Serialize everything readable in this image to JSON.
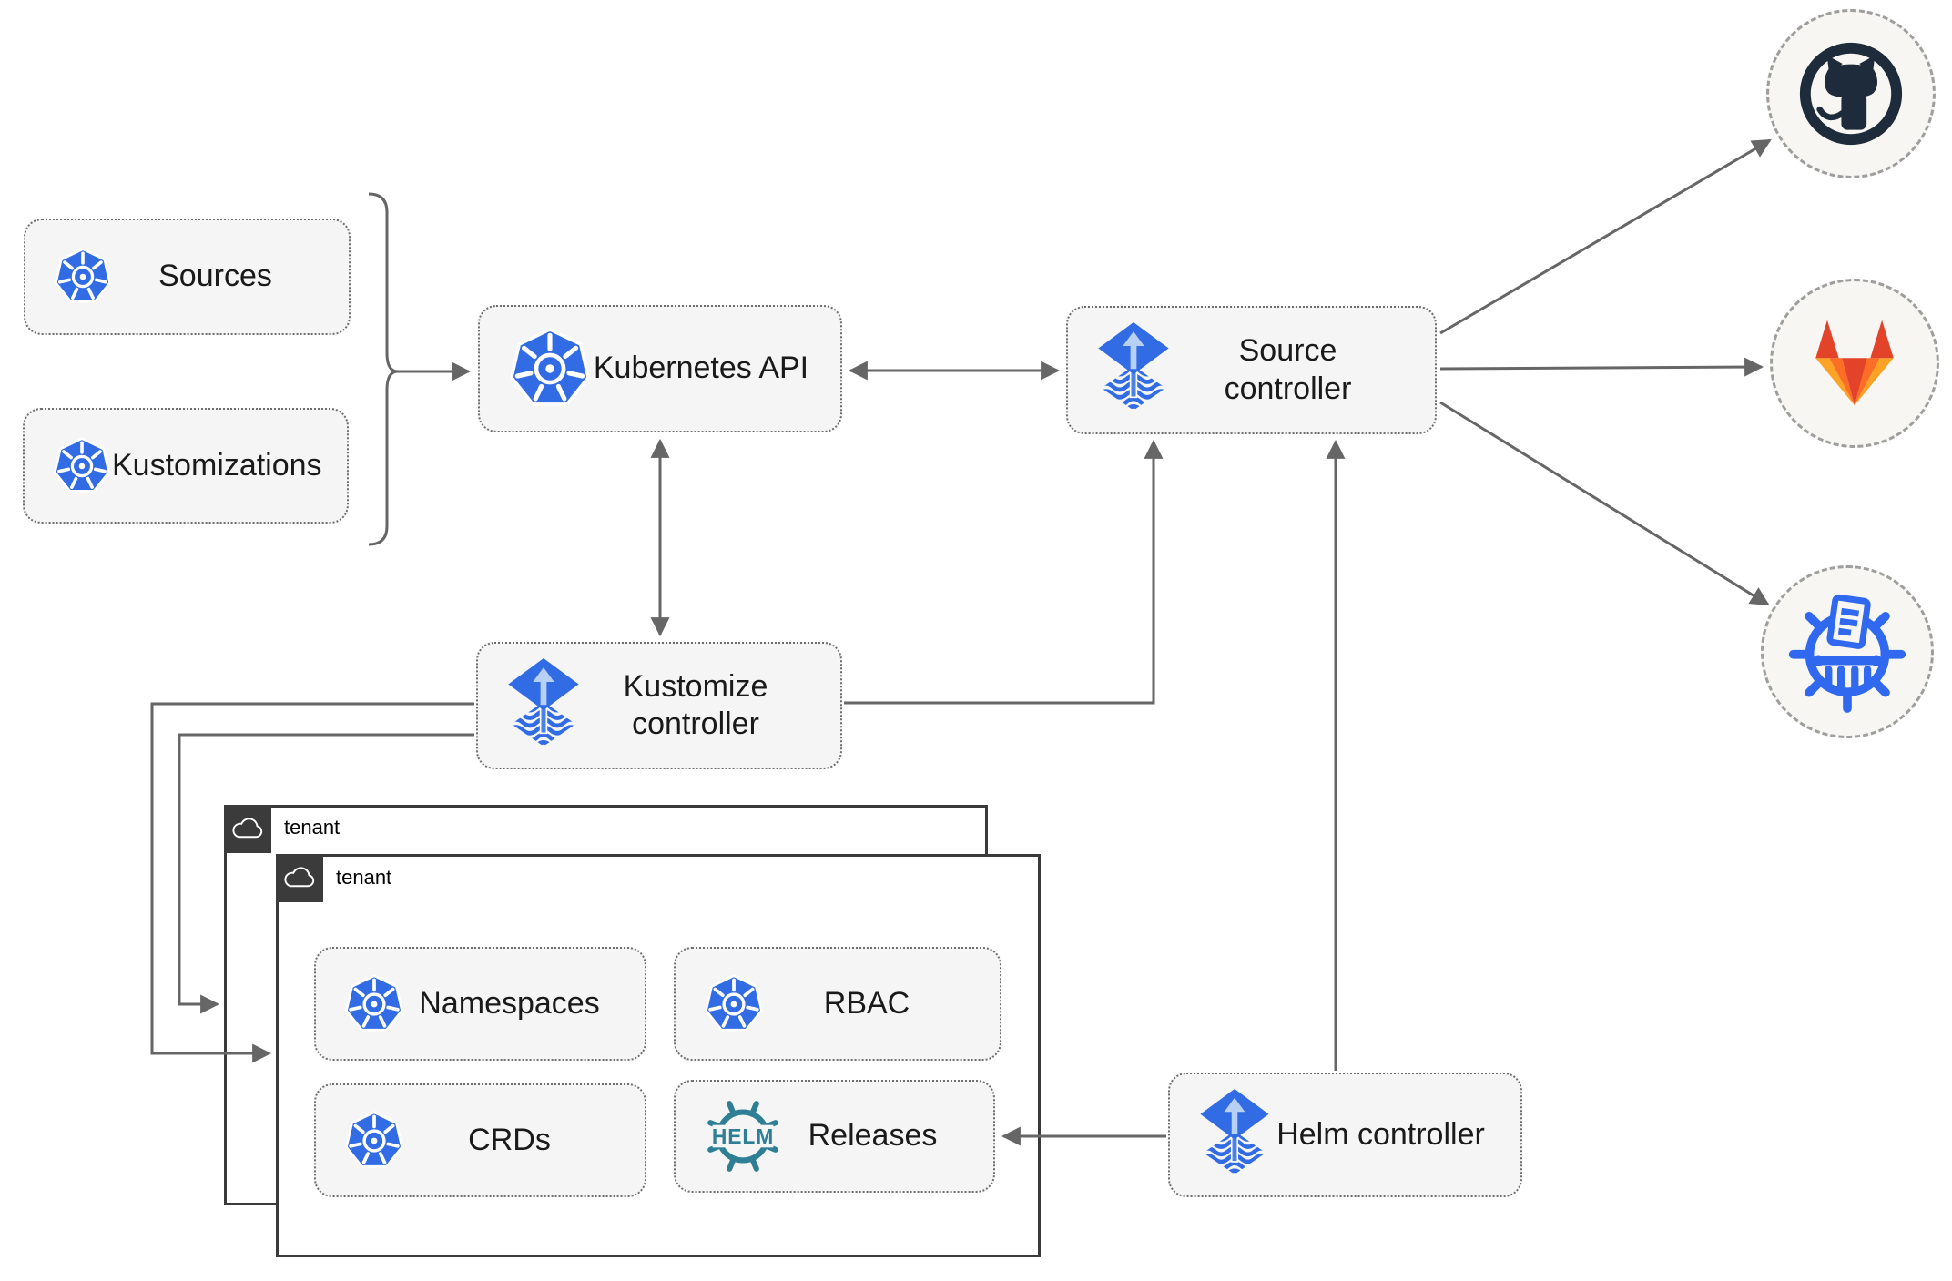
{
  "nodes": {
    "sources": {
      "label": "Sources",
      "icon": "kubernetes-icon"
    },
    "kustomizations": {
      "label": "Kustomizations",
      "icon": "kubernetes-icon"
    },
    "kubernetes_api": {
      "label": "Kubernetes API",
      "icon": "kubernetes-icon"
    },
    "source_controller": {
      "label": "Source controller",
      "icon": "flux-icon"
    },
    "kustomize_controller": {
      "label": "Kustomize controller",
      "icon": "flux-icon"
    },
    "helm_controller": {
      "label": "Helm controller",
      "icon": "flux-icon"
    },
    "tenant_back": {
      "label": "tenant",
      "icon": "cloud-icon"
    },
    "tenant_front": {
      "label": "tenant",
      "icon": "cloud-icon"
    },
    "namespaces": {
      "label": "Namespaces",
      "icon": "kubernetes-icon"
    },
    "rbac": {
      "label": "RBAC",
      "icon": "kubernetes-icon"
    },
    "crds": {
      "label": "CRDs",
      "icon": "kubernetes-icon"
    },
    "releases": {
      "label": "Releases",
      "icon": "helm-icon",
      "icon_text": "HELM"
    }
  },
  "endpoints": [
    {
      "name": "github",
      "icon": "github-icon"
    },
    {
      "name": "gitlab",
      "icon": "gitlab-icon"
    },
    {
      "name": "chartmuseum",
      "icon": "chartmuseum-icon"
    }
  ],
  "connections": [
    {
      "from": "sources_and_kustomizations",
      "to": "kubernetes_api",
      "style": "arrow"
    },
    {
      "from": "kubernetes_api",
      "to": "source_controller",
      "style": "double-arrow"
    },
    {
      "from": "kubernetes_api",
      "to": "kustomize_controller",
      "style": "double-arrow"
    },
    {
      "from": "kustomize_controller",
      "to": "source_controller",
      "style": "arrow"
    },
    {
      "from": "helm_controller",
      "to": "source_controller",
      "style": "arrow"
    },
    {
      "from": "helm_controller",
      "to": "releases",
      "style": "arrow"
    },
    {
      "from": "kustomize_controller",
      "to": "tenant_front",
      "style": "arrow"
    },
    {
      "from": "kustomize_controller",
      "to": "tenant_back",
      "style": "arrow"
    },
    {
      "from": "source_controller",
      "to": "github",
      "style": "arrow"
    },
    {
      "from": "source_controller",
      "to": "gitlab",
      "style": "arrow"
    },
    {
      "from": "source_controller",
      "to": "chartmuseum",
      "style": "arrow"
    }
  ],
  "colors": {
    "kubernetes_blue": "#326CE5",
    "flux_blue": "#316CE4",
    "helm_teal": "#2E7E95",
    "github_dark": "#1D2B3A",
    "gitlab_red_orange": "#E24329",
    "gitlab_mid_orange": "#FC6D26",
    "gitlab_light_orange": "#FCA326",
    "chartmuseum_blue": "#3069F0",
    "arrow_gray": "#666666",
    "box_fill": "#F5F5F5",
    "tenant_header": "#3B3B3B"
  }
}
